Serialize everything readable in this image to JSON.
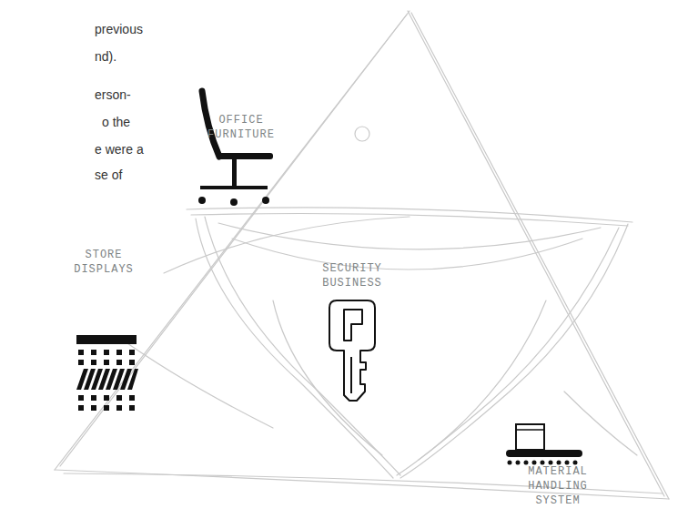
{
  "diagram": {
    "labels": [
      "previous",
      "nd).",
      "erson-",
      "o the",
      "e were a",
      "se of",
      "OFFICE FURNITURE",
      "STORE DISPLAYS",
      "SECURITY BUSINESS",
      "MATERIAL HANDLING SYSTEM"
    ]
  }
}
